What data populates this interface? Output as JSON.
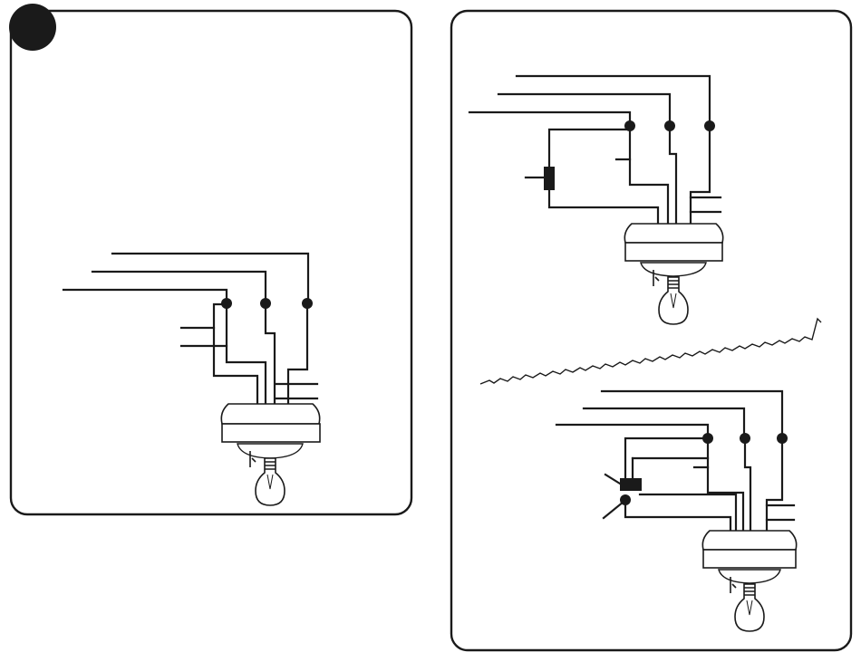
{
  "figure": {
    "colors": {
      "ink": "#1a1a1a",
      "paper": "#ffffff"
    },
    "panels": [
      {
        "id": "panel-left",
        "step_badge": "",
        "variant": "single-fixture-two-feed-wires"
      },
      {
        "id": "panel-right-top",
        "variant": "fixture-with-switch-block"
      },
      {
        "id": "panel-right-bottom",
        "variant": "fixture-with-switch-and-second-lead"
      }
    ],
    "separator": "zigzag-cut-line",
    "icons": [
      "light-bulb-icon",
      "ceiling-fixture-icon",
      "wire-connector-dot-icon",
      "switch-block-icon"
    ]
  }
}
